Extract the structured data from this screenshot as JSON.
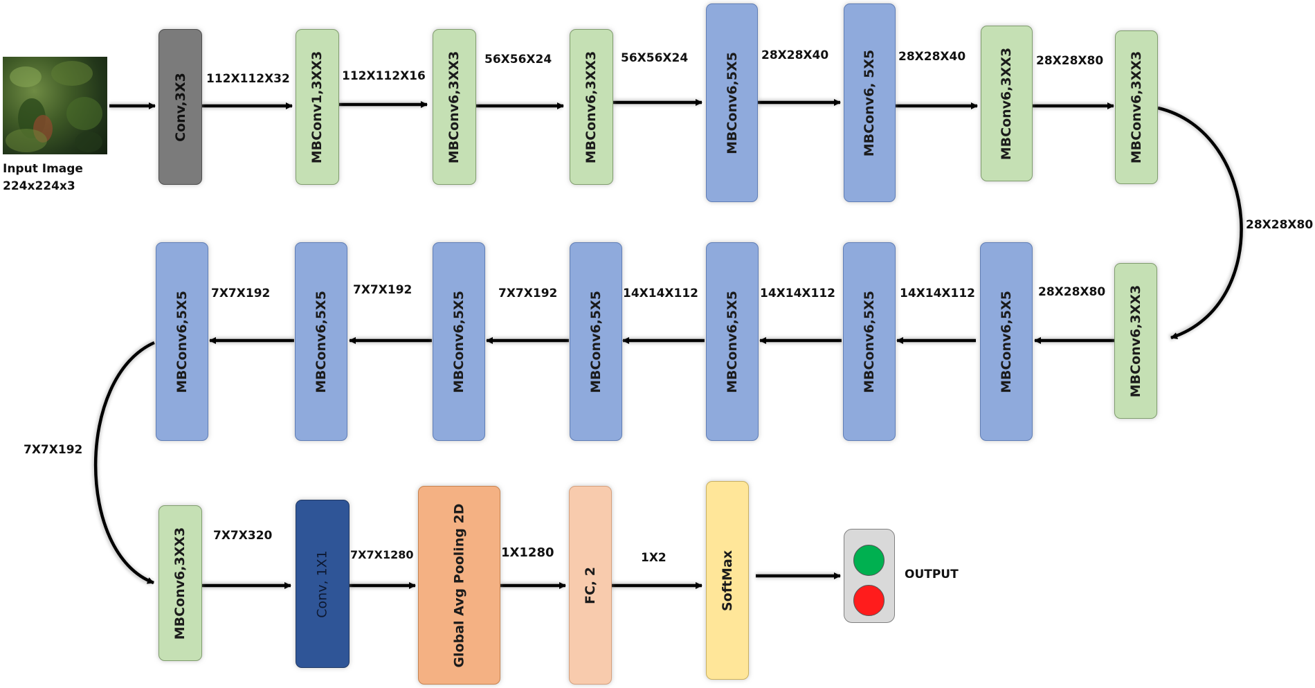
{
  "input": {
    "title": "Input Image",
    "size": "224x224x3"
  },
  "blocks": {
    "conv_stem": "Conv,3X3",
    "mb1": "MBConv1,3XX3",
    "mb2": "MBConv6,3XX3",
    "mb3": "MBConv6,3XX3",
    "mb4": "MBConv6,5X5",
    "mb5": "MBConv6, 5X5",
    "mb6": "MBConv6,3XX3",
    "mb7": "MBConv6,3XX3",
    "mb8": "MBConv6,3XX3",
    "mb9": "MBConv6,5X5",
    "mb10": "MBConv6,5X5",
    "mb11": "MBConv6,5X5",
    "mb12": "MBConv6,5X5",
    "mb13": "MBConv6,5X5",
    "mb14": "MBConv6,5X5",
    "mb15": "MBConv6,5X5",
    "mb16": "MBConv6,3XX3",
    "conv_head": "Conv, 1X1",
    "gap": "Global Avg Pooling 2D",
    "fc": "FC, 2",
    "softmax": "SoftMax"
  },
  "dims": {
    "d1": "112X112X32",
    "d2": "112X112X16",
    "d3": "56X56X24",
    "d4": "56X56X24",
    "d5": "28X28X40",
    "d6": "28X28X40",
    "d7": "28X28X80",
    "d8": "28X28X80",
    "d9": "28X28X80",
    "d10": "14X14X112",
    "d11": "14X14X112",
    "d12": "14X14X112",
    "d13": "7X7X192",
    "d14": "7X7X192",
    "d15": "7X7X192",
    "d16": "7X7X192",
    "d17": "7X7X320",
    "d18": "7X7X1280",
    "d19": "1X1280",
    "d20": "1X2"
  },
  "output": {
    "label": "OUTPUT"
  },
  "colors": {
    "stem_conv": "#7b7b7b",
    "mbconv_3x3": "#c5e0b4",
    "mbconv_5x5": "#8faadc",
    "conv_1x1": "#2f5597",
    "global_avg_pooling": "#f4b183",
    "fully_connected": "#f8cbad",
    "softmax": "#ffe699",
    "output_green": "#00b050",
    "output_red": "#ff1c1c"
  }
}
